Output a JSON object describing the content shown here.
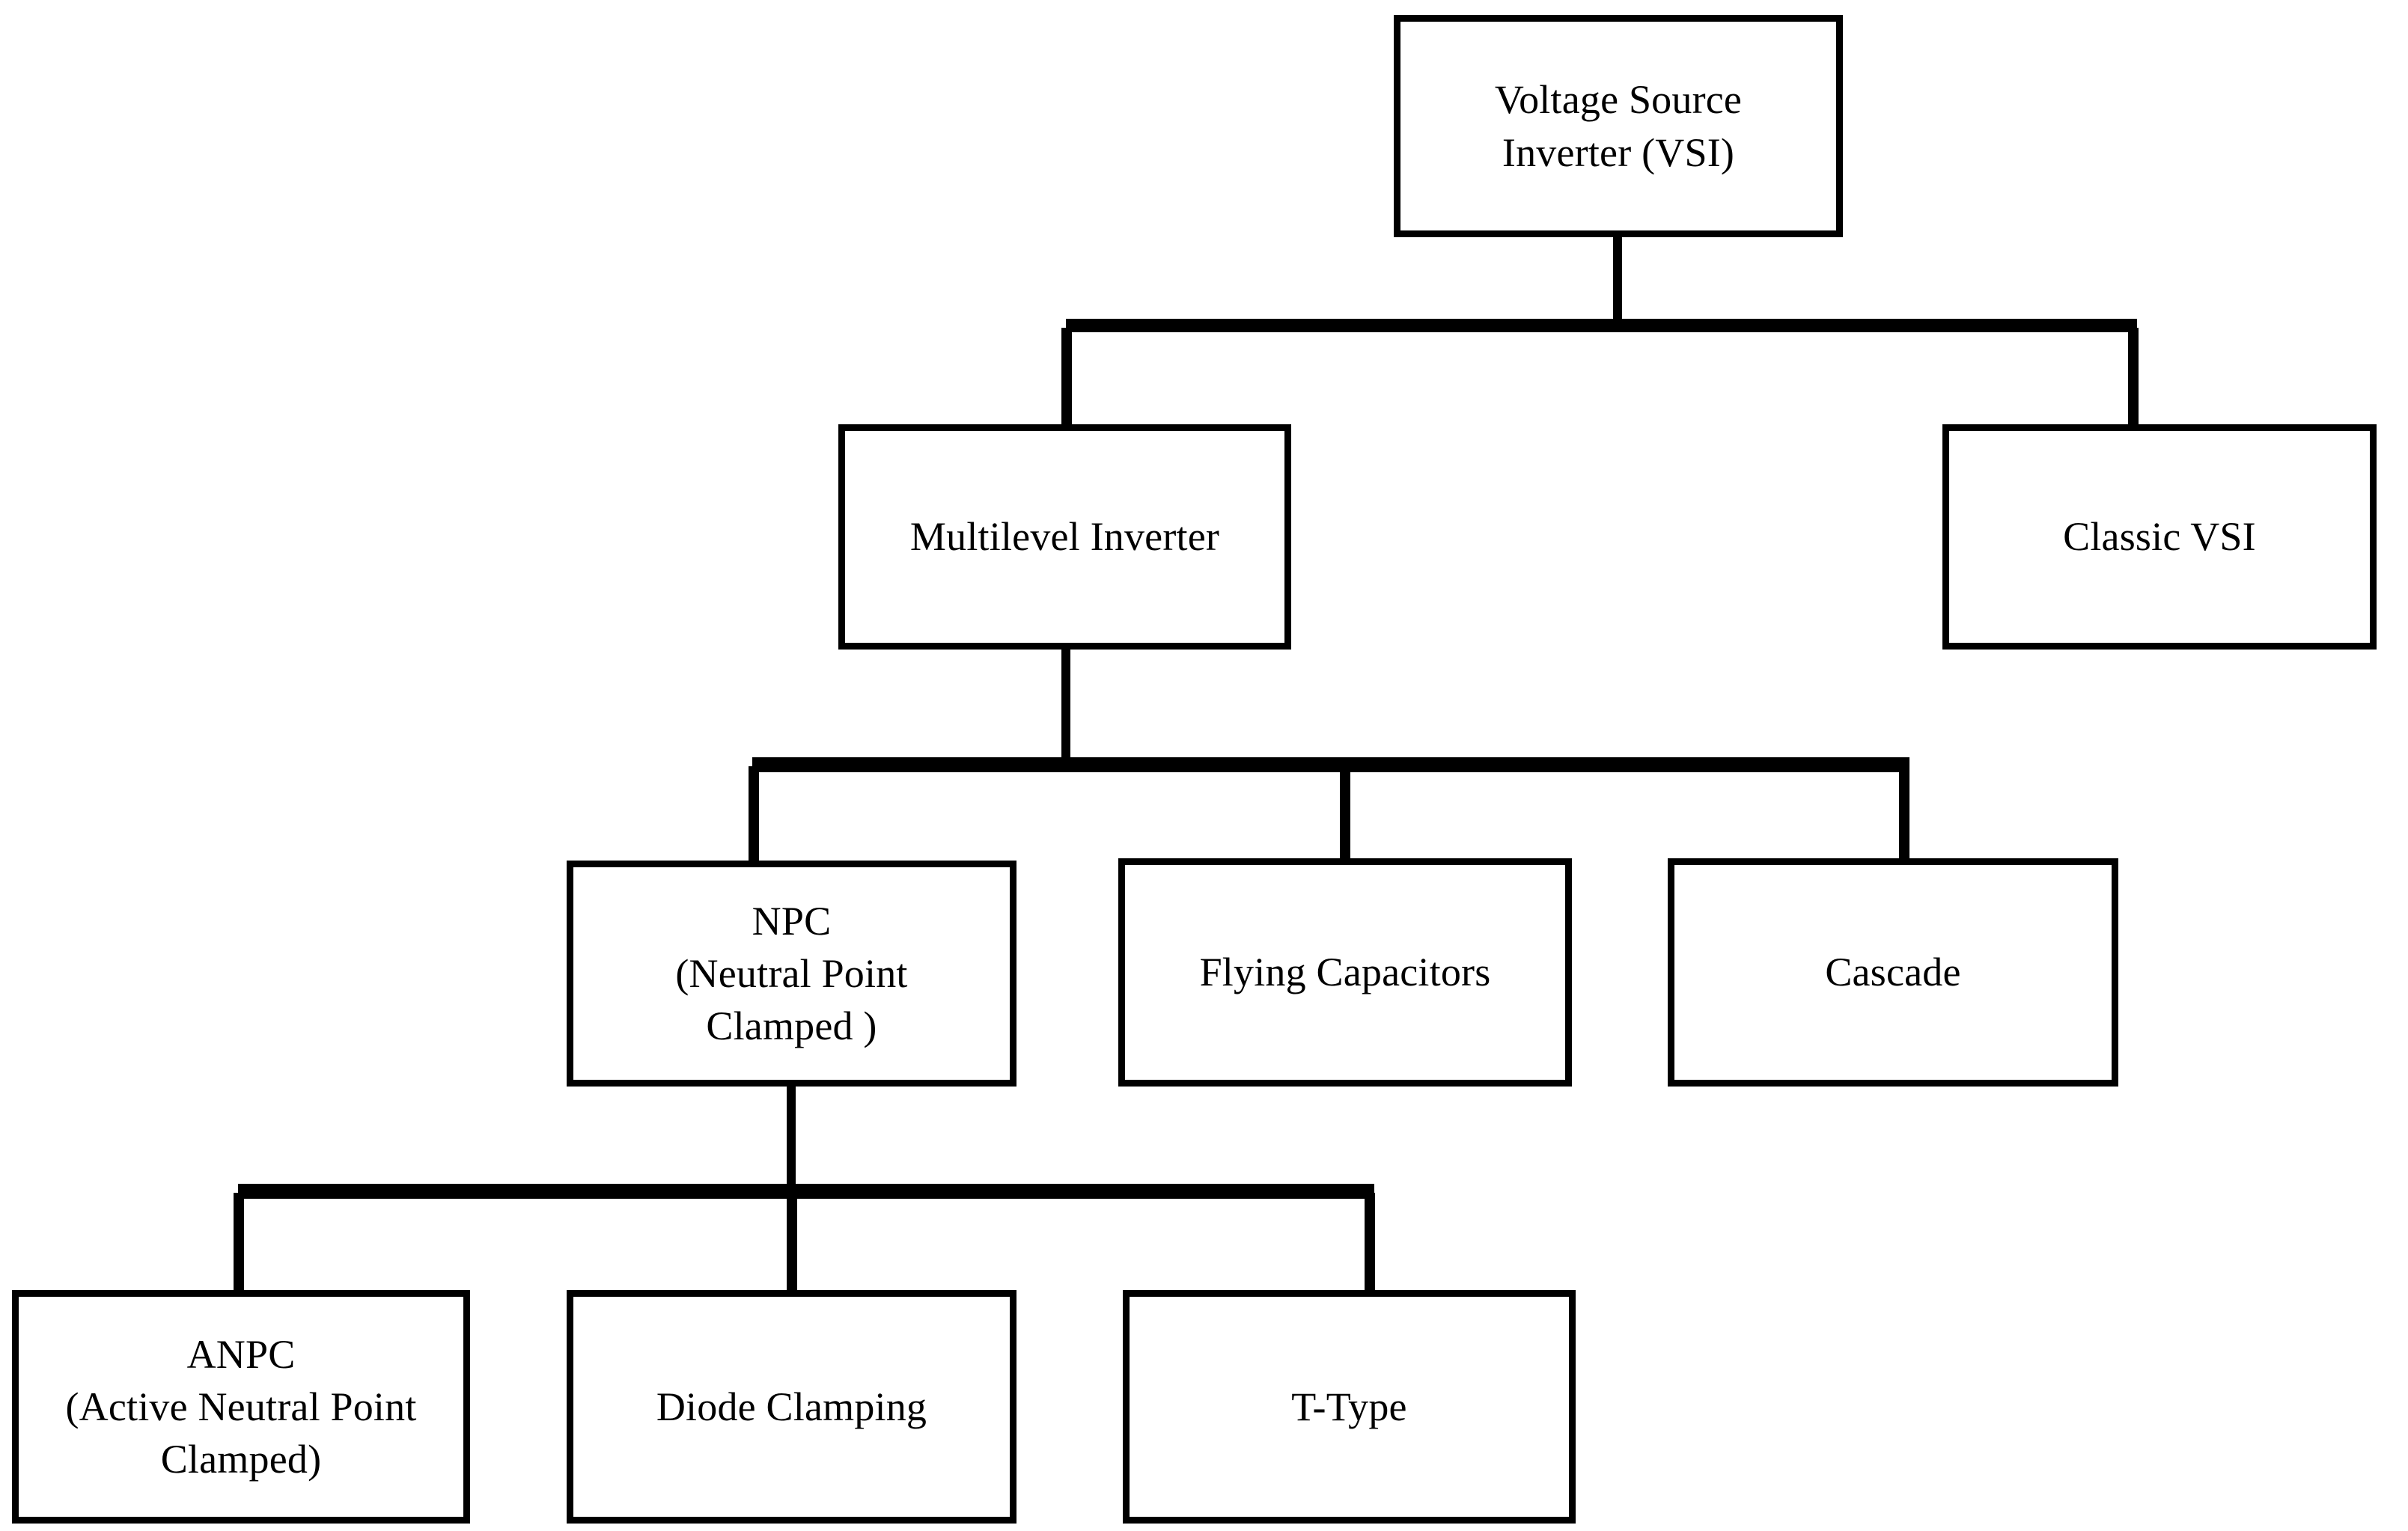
{
  "diagram": {
    "type": "hierarchy-tree",
    "title": "Voltage Source Inverter (VSI) classification tree",
    "orientation": "top-down",
    "colors": {
      "background": "#ffffff",
      "node_fill": "#ffffff",
      "node_border": "#000000",
      "connector": "#000000",
      "text": "#000000"
    },
    "levels": [
      {
        "index": 1,
        "node_ids": [
          "vsi"
        ]
      },
      {
        "index": 2,
        "node_ids": [
          "multilevel",
          "classic"
        ]
      },
      {
        "index": 3,
        "node_ids": [
          "npc",
          "flying",
          "cascade"
        ]
      },
      {
        "index": 4,
        "node_ids": [
          "anpc",
          "diode",
          "ttype"
        ]
      }
    ],
    "nodes": {
      "vsi": {
        "id": "vsi",
        "label": "Voltage Source\nInverter (VSI)",
        "level": 1,
        "parent": null
      },
      "multilevel": {
        "id": "multilevel",
        "label": "Multilevel Inverter",
        "level": 2,
        "parent": "vsi"
      },
      "classic": {
        "id": "classic",
        "label": "Classic VSI",
        "level": 2,
        "parent": "vsi"
      },
      "npc": {
        "id": "npc",
        "label": "NPC\n(Neutral Point\nClamped )",
        "level": 3,
        "parent": "multilevel"
      },
      "flying": {
        "id": "flying",
        "label": "Flying Capacitors",
        "level": 3,
        "parent": "multilevel"
      },
      "cascade": {
        "id": "cascade",
        "label": "Cascade",
        "level": 3,
        "parent": "multilevel"
      },
      "anpc": {
        "id": "anpc",
        "label": "ANPC\n(Active Neutral Point\nClamped)",
        "level": 4,
        "parent": "npc"
      },
      "diode": {
        "id": "diode",
        "label": "Diode Clamping",
        "level": 4,
        "parent": "npc"
      },
      "ttype": {
        "id": "ttype",
        "label": "T-Type",
        "level": 4,
        "parent": "npc"
      }
    },
    "edges": [
      {
        "from": "vsi",
        "to": "multilevel"
      },
      {
        "from": "vsi",
        "to": "classic"
      },
      {
        "from": "multilevel",
        "to": "npc"
      },
      {
        "from": "multilevel",
        "to": "flying"
      },
      {
        "from": "multilevel",
        "to": "cascade"
      },
      {
        "from": "npc",
        "to": "anpc"
      },
      {
        "from": "npc",
        "to": "diode"
      },
      {
        "from": "npc",
        "to": "ttype"
      }
    ]
  }
}
